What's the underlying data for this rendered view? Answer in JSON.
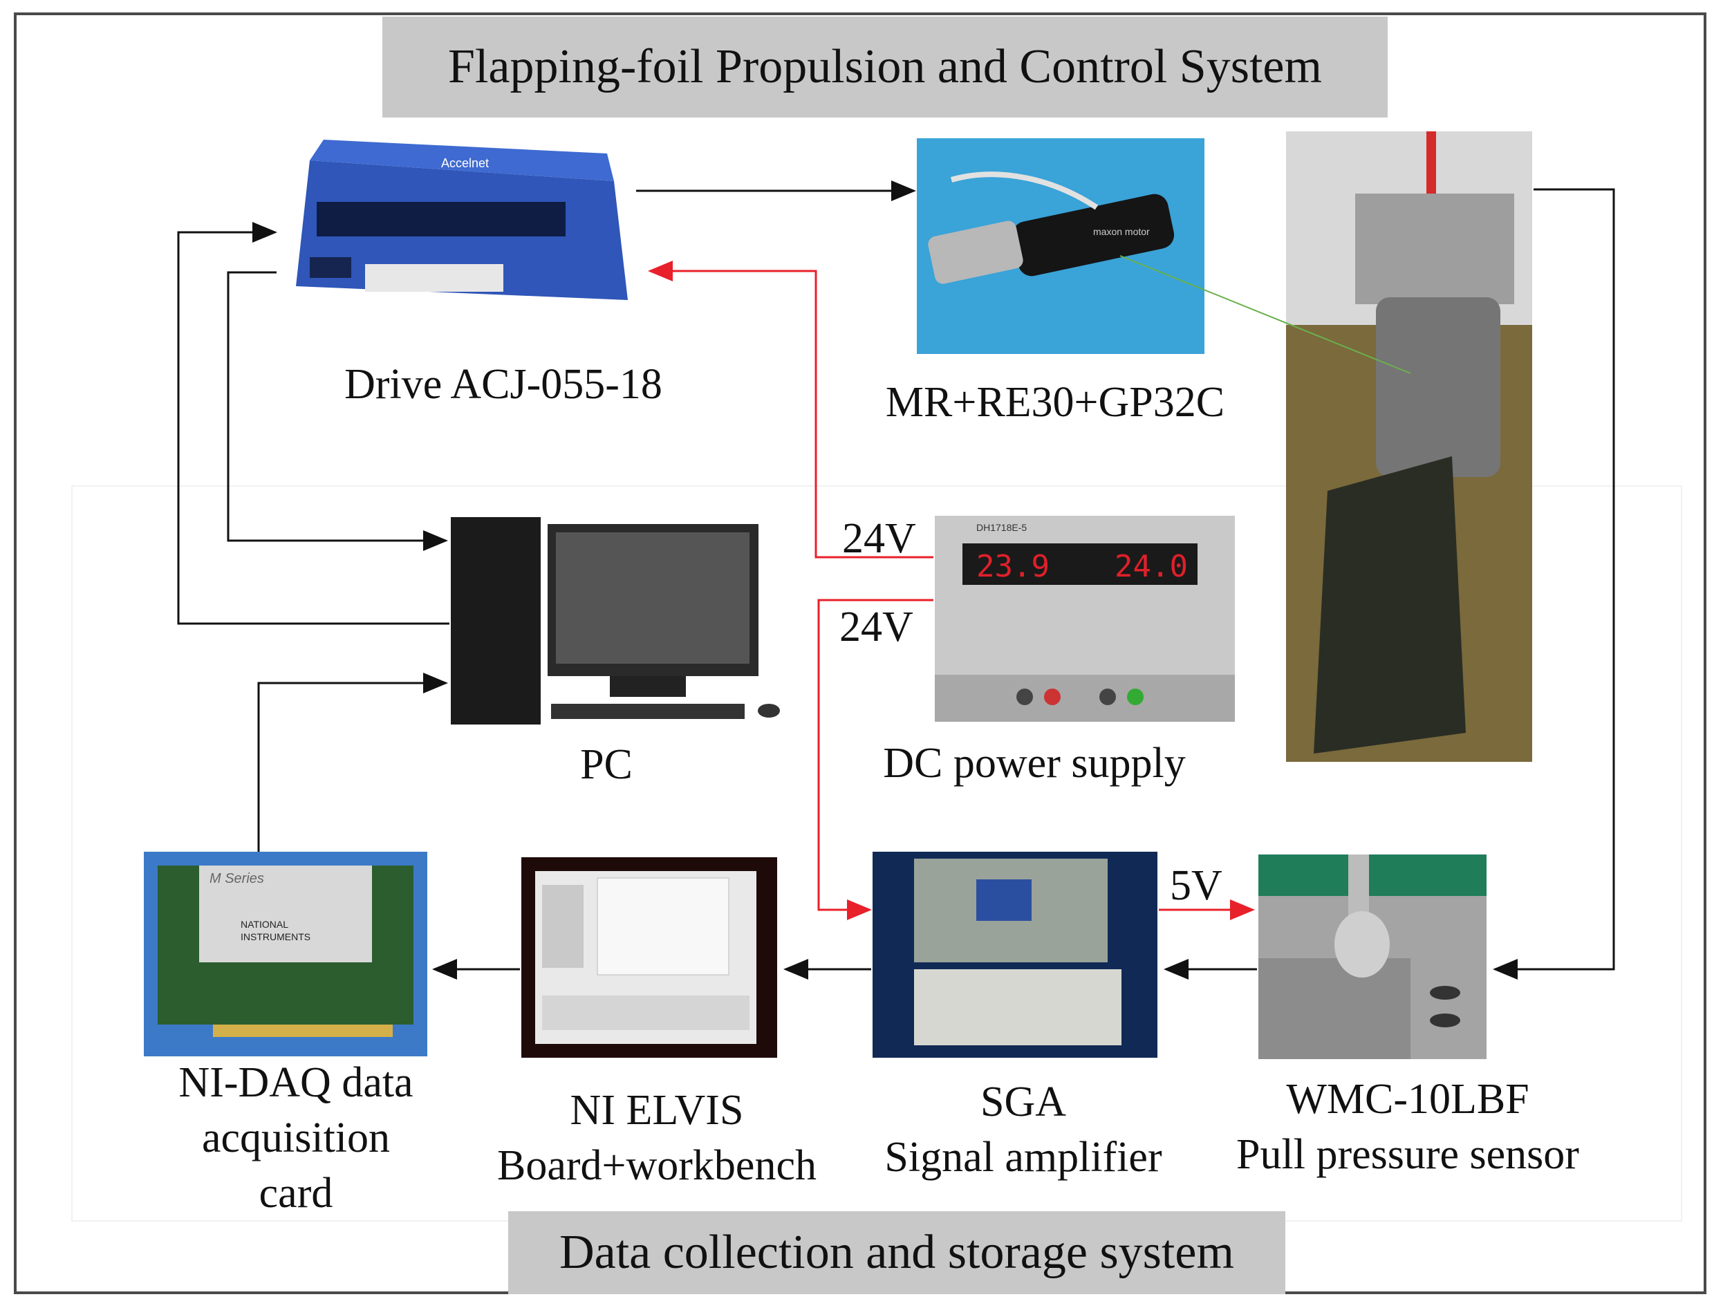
{
  "title": "Flapping-foil Propulsion and Control System",
  "footer": "Data collection and storage system",
  "components": {
    "drive": "Drive ACJ-055-18",
    "motor": "MR+RE30+GP32C",
    "pc": "PC",
    "power": "DC power supply",
    "daq": [
      "NI-DAQ data",
      "acquisition",
      "card"
    ],
    "elvis": [
      "NI ELVIS",
      "Board+workbench"
    ],
    "sga": [
      "SGA",
      "Signal amplifier"
    ],
    "sensor": [
      "WMC-10LBF",
      "Pull pressure sensor"
    ]
  },
  "voltages": {
    "v1": "24V",
    "v2": "24V",
    "v3": "5V"
  },
  "device_text": {
    "drive_brand": "Accelnet",
    "motor_text": "maxon motor",
    "psu_model": "DH1718E-5",
    "psu_readout_left": "23.9",
    "psu_readout_right": "24.0",
    "daq_series": "M Series",
    "daq_brand": [
      "NATIONAL",
      "INSTRUMENTS"
    ]
  },
  "colors": {
    "signal_line": "#111111",
    "power_line": "#e8202a",
    "banner": "#c8c8c8"
  }
}
